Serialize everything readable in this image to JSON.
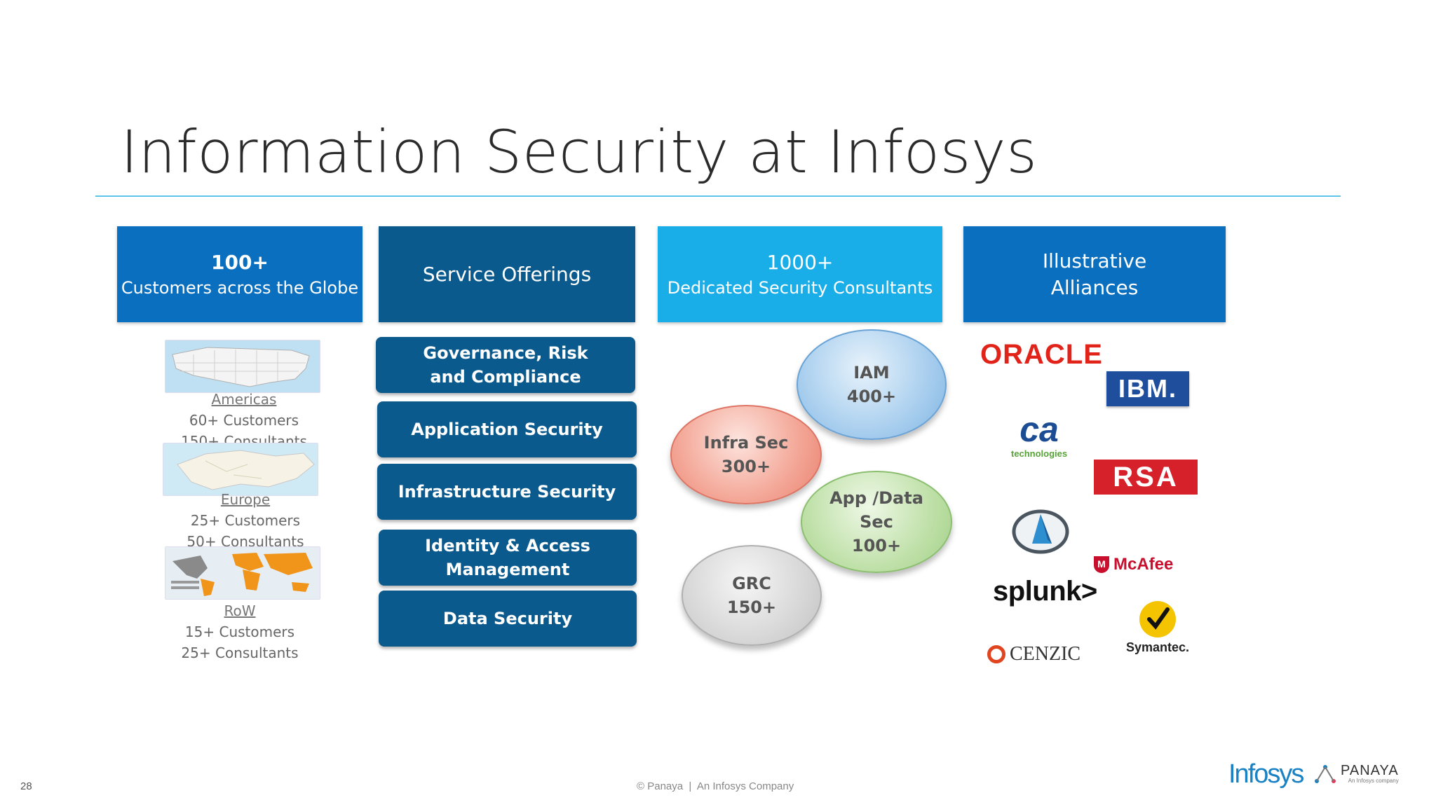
{
  "title": "Information Security at Infosys",
  "colors": {
    "accent_rule": "#5bc3e8",
    "box_blue": "#0a6fbf",
    "box_dark": "#0a5a8e",
    "box_cyan": "#1aaee8"
  },
  "columns": {
    "customers": {
      "big": "100+",
      "sub": "Customers across the Globe",
      "regions": [
        {
          "name": "Americas",
          "customers": "60+ Customers",
          "consultants": "150+ Consultants"
        },
        {
          "name": "Europe",
          "customers": "25+ Customers",
          "consultants": "50+ Consultants"
        },
        {
          "name": "RoW",
          "customers": "15+ Customers",
          "consultants": "25+ Consultants"
        }
      ]
    },
    "services": {
      "header": "Service Offerings",
      "items": [
        "Governance, Risk and Compliance",
        "Application Security",
        "Infrastructure Security",
        "Identity & Access Management",
        "Data Security"
      ]
    },
    "consultants": {
      "big": "1000+",
      "sub": "Dedicated Security Consultants",
      "bubbles": [
        {
          "name": "IAM",
          "count": "400+"
        },
        {
          "name": "Infra Sec",
          "count": "300+"
        },
        {
          "name": "App /Data Sec",
          "count": "100+"
        },
        {
          "name": "GRC",
          "count": "150+"
        }
      ]
    },
    "alliances": {
      "header_line1": "Illustrative",
      "header_line2": "Alliances",
      "logos": {
        "oracle": "ORACLE",
        "ibm": "IBM.",
        "ca": "ca",
        "ca_sub": "technologies",
        "rsa": "RSA",
        "mcafee": "McAfee",
        "splunk": "splunk>",
        "symantec": "Symantec.",
        "cenzic": "CENZIC"
      }
    }
  },
  "footer": {
    "page_number": "28",
    "note": "© Panaya  |  An Infosys Company",
    "infosys": "Infosys",
    "panaya": "PANAYA",
    "panaya_sub": "An Infosys company"
  }
}
